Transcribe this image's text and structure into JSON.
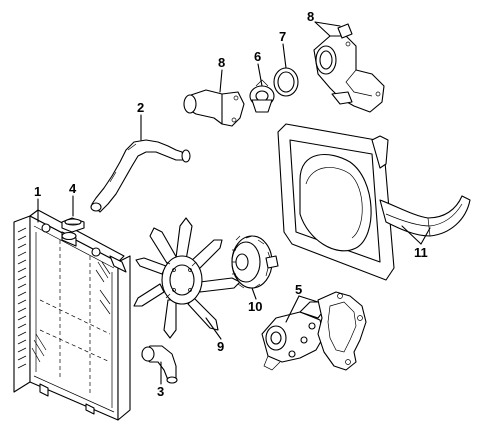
{
  "callouts": [
    {
      "id": "1",
      "part": "radiator"
    },
    {
      "id": "2",
      "part": "upper-hose"
    },
    {
      "id": "3",
      "part": "lower-hose"
    },
    {
      "id": "4",
      "part": "radiator-cap"
    },
    {
      "id": "5",
      "part": "water-pump"
    },
    {
      "id": "6",
      "part": "thermostat"
    },
    {
      "id": "7",
      "part": "thermostat-gasket"
    },
    {
      "id": "8a",
      "part": "water-outlet"
    },
    {
      "id": "8b",
      "part": "thermostat-housing"
    },
    {
      "id": "9",
      "part": "fan-blade"
    },
    {
      "id": "10",
      "part": "fan-clutch"
    },
    {
      "id": "11",
      "part": "fan-shroud"
    }
  ],
  "labels": {
    "1": "1",
    "2": "2",
    "3": "3",
    "4": "4",
    "5": "5",
    "6": "6",
    "7": "7",
    "8a": "8",
    "8b": "8",
    "9": "9",
    "10": "10",
    "11": "11"
  }
}
